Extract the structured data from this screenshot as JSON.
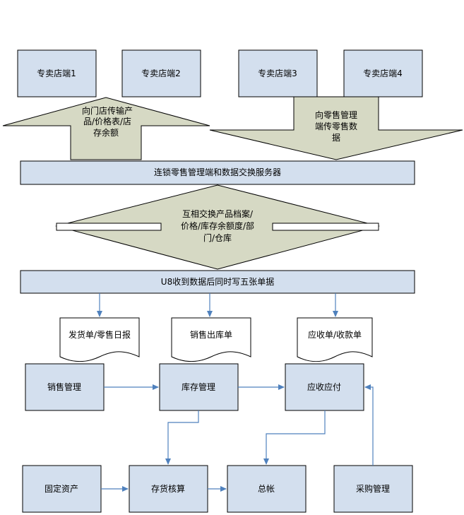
{
  "stores": [
    "专卖店端1",
    "专卖店端2",
    "专卖店端3",
    "专卖店端4"
  ],
  "up_arrow_text": [
    "向门店传输产",
    "品/价格表/店",
    "存余额"
  ],
  "down_arrow_text": [
    "向零售管理",
    "端传零售数",
    "据"
  ],
  "server_label": "连锁零售管理端和数据交换服务器",
  "exchange_text": [
    "互相交换产品档案/",
    "价格/库存余额度/部",
    "门/仓库"
  ],
  "u8_label": "U8收到数据后同时写五张单据",
  "documents": [
    "发货单/零售日报",
    "销售出库单",
    "应收单/收款单"
  ],
  "modules": {
    "sales": "销售管理",
    "inventory": "库存管理",
    "receivable": "应收应付",
    "fixed_assets": "固定资产",
    "stock_accounting": "存货核算",
    "general_ledger": "总帐",
    "purchasing": "采购管理"
  }
}
